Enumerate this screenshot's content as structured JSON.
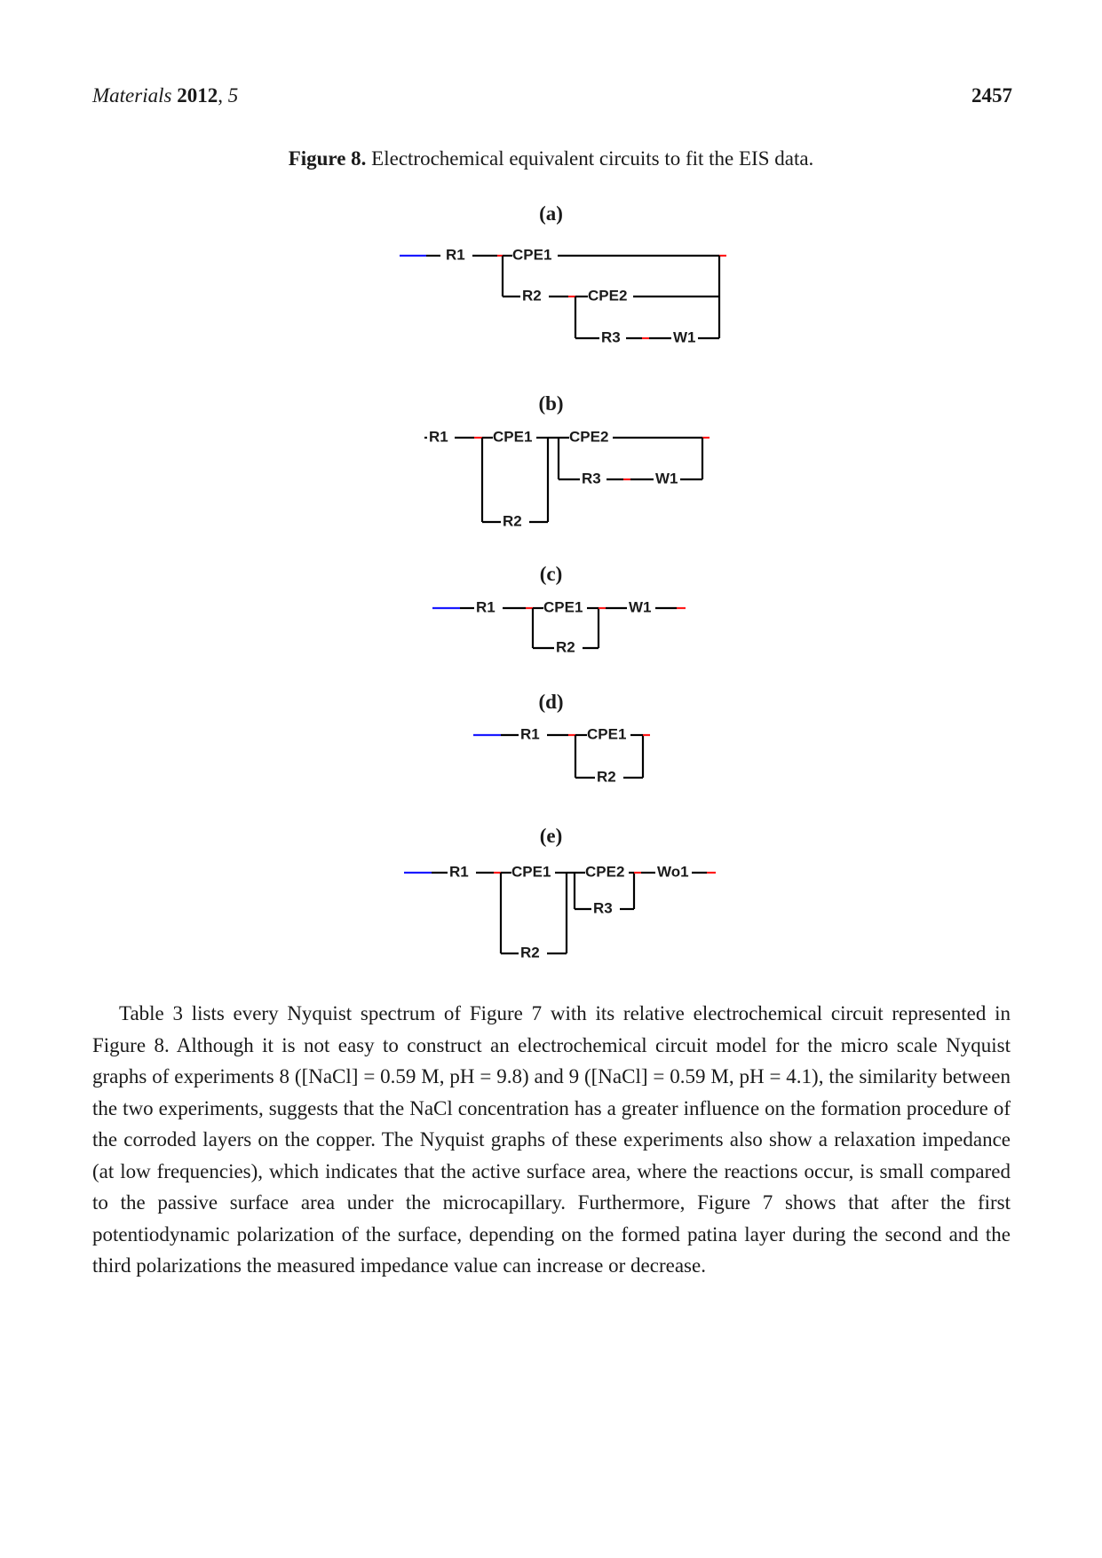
{
  "header": {
    "journal": "Materials",
    "year": "2012",
    "volume": "5",
    "page_number": "2457"
  },
  "figure": {
    "label": "Figure 8.",
    "caption": "Electrochemical equivalent circuits to fit the EIS data.",
    "panels": [
      {
        "label": "(a)",
        "elements": [
          "R1",
          "CPE1",
          "R2",
          "CPE2",
          "R3",
          "W1"
        ]
      },
      {
        "label": "(b)",
        "elements": [
          "R1",
          "CPE1",
          "CPE2",
          "R3",
          "W1",
          "R2"
        ]
      },
      {
        "label": "(c)",
        "elements": [
          "R1",
          "CPE1",
          "W1",
          "R2"
        ]
      },
      {
        "label": "(d)",
        "elements": [
          "R1",
          "CPE1",
          "R2"
        ]
      },
      {
        "label": "(e)",
        "elements": [
          "R1",
          "CPE1",
          "CPE2",
          "Wo1",
          "R3",
          "R2"
        ]
      }
    ]
  },
  "paragraph": "Table 3 lists every Nyquist spectrum of Figure 7 with its relative electrochemical circuit represented in Figure 8. Although it is not easy to construct an electrochemical circuit model for the micro scale Nyquist graphs of experiments 8 ([NaCl] = 0.59 M, pH = 9.8) and 9 ([NaCl] = 0.59 M, pH = 4.1), the similarity between the two experiments, suggests that the NaCl concentration has a greater influence on the formation procedure of the corroded layers on the copper. The Nyquist graphs of these experiments also show a relaxation impedance (at low frequencies), which indicates that the active surface area, where the reactions occur, is small compared to the passive surface area under the microcapillary. Furthermore, Figure 7 shows that after the first potentiodynamic polarization of the surface, depending on the formed patina layer during the second and the third polarizations the measured impedance value can increase or decrease."
}
